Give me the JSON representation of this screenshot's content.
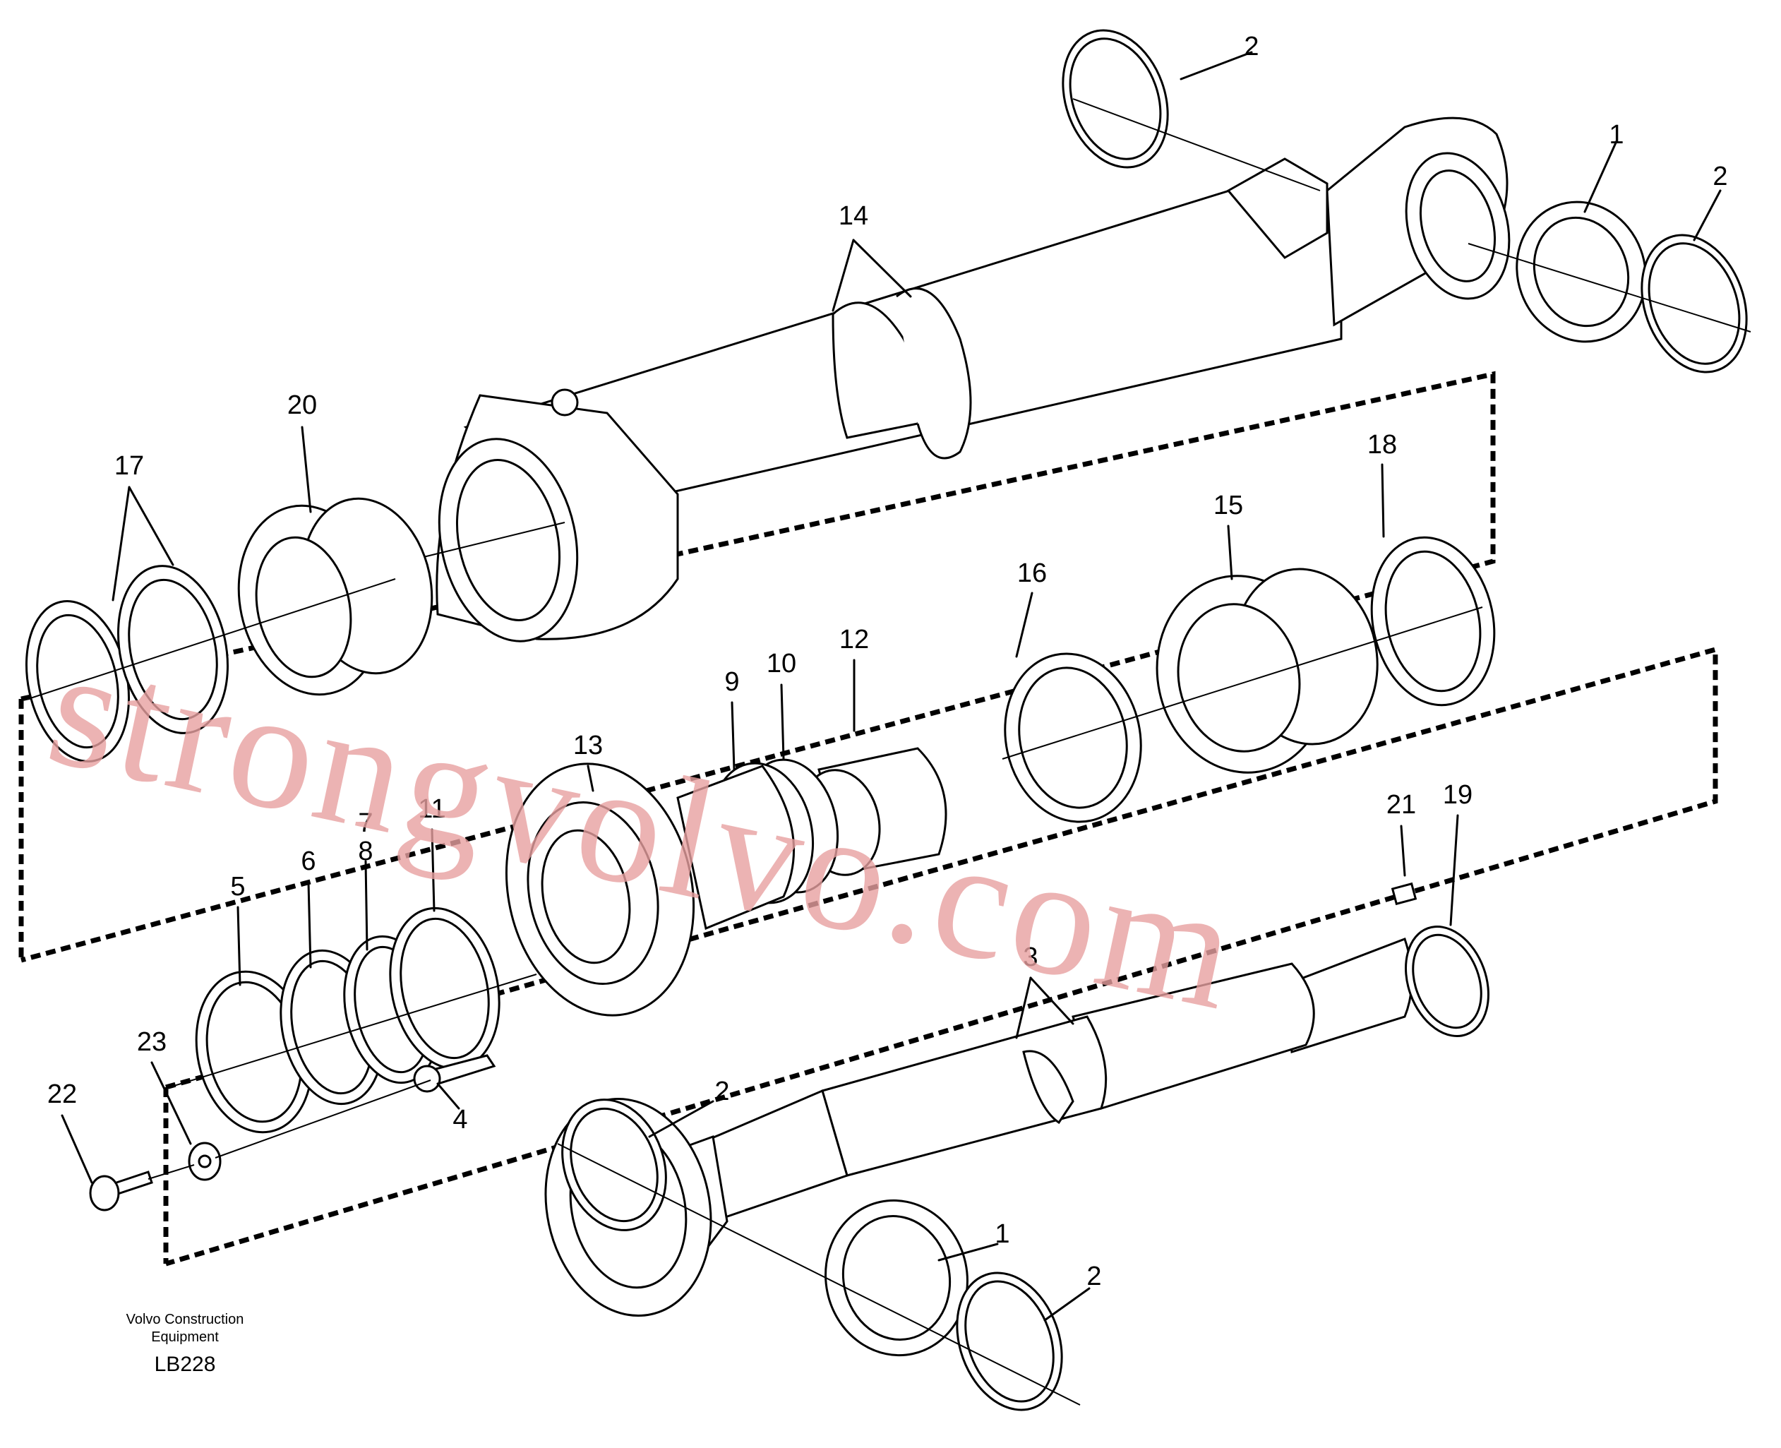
{
  "labels": {
    "l1a": "1",
    "l1b": "1",
    "l2a": "2",
    "l2b": "2",
    "l2c": "2",
    "l2d": "2",
    "l3": "3",
    "l4": "4",
    "l5": "5",
    "l6": "6",
    "l7": "7",
    "l8": "8",
    "l9": "9",
    "l10": "10",
    "l11": "11",
    "l12": "12",
    "l13": "13",
    "l14": "14",
    "l15": "15",
    "l16": "16",
    "l17": "17",
    "l18": "18",
    "l19": "19",
    "l20": "20",
    "l21": "21",
    "l22": "22",
    "l23": "23"
  },
  "footer": {
    "line1": "Volvo Construction",
    "line2": "Equipment",
    "code": "LB228"
  },
  "watermark": "strongvolvo.com"
}
